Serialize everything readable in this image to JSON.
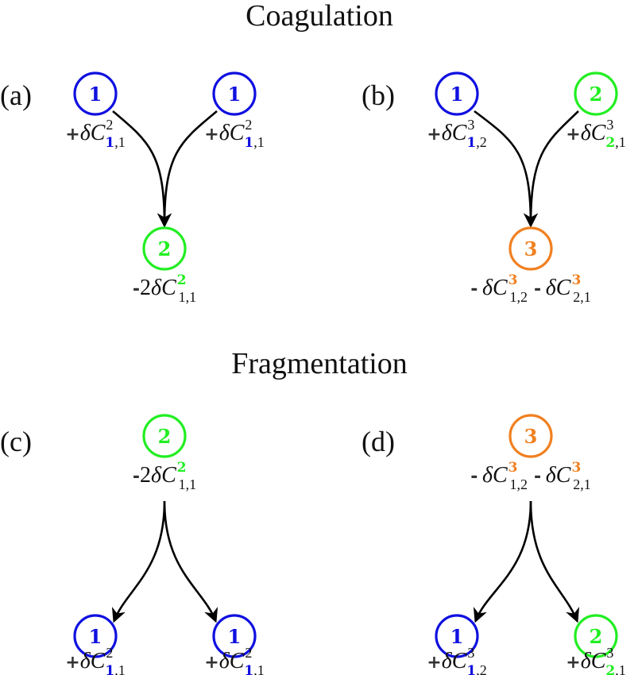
{
  "colors": {
    "size1": "#1010e0",
    "size2": "#22ee22",
    "size3": "#f08020",
    "arrow": "#000000",
    "text": "#111111"
  },
  "titles": {
    "coagulation": "Coagulation",
    "fragmentation": "Fragmentation"
  },
  "panels": [
    {
      "id": "a",
      "label": "(a)",
      "process": "coagulation",
      "inputs": [
        {
          "size": "1",
          "term": {
            "sign": "+",
            "coef": "",
            "super": "2",
            "super_colored": false,
            "sub1": "1",
            "sub1_colored": true,
            "sub2": "1",
            "sub2_colored": false
          }
        },
        {
          "size": "1",
          "term": {
            "sign": "+",
            "coef": "",
            "super": "2",
            "super_colored": false,
            "sub1": "1",
            "sub1_colored": true,
            "sub2": "1",
            "sub2_colored": false
          }
        }
      ],
      "output": {
        "size": "2",
        "terms": [
          {
            "sign": "-",
            "coef": "2",
            "super": "2",
            "super_colored": true,
            "sub1": "1",
            "sub2": "1"
          }
        ]
      }
    },
    {
      "id": "b",
      "label": "(b)",
      "process": "coagulation",
      "inputs": [
        {
          "size": "1",
          "term": {
            "sign": "+",
            "coef": "",
            "super": "3",
            "super_colored": false,
            "sub1": "1",
            "sub1_colored": true,
            "sub2": "2",
            "sub2_colored": false
          }
        },
        {
          "size": "2",
          "term": {
            "sign": "+",
            "coef": "",
            "super": "3",
            "super_colored": false,
            "sub1": "2",
            "sub1_colored": true,
            "sub2": "1",
            "sub2_colored": false
          }
        }
      ],
      "output": {
        "size": "3",
        "terms": [
          {
            "sign": "-",
            "coef": "",
            "super": "3",
            "super_colored": true,
            "sub1": "1",
            "sub2": "2"
          },
          {
            "sign": "-",
            "coef": "",
            "super": "3",
            "super_colored": true,
            "sub1": "2",
            "sub2": "1"
          }
        ]
      }
    },
    {
      "id": "c",
      "label": "(c)",
      "process": "fragmentation",
      "source": {
        "size": "2",
        "terms": [
          {
            "sign": "-",
            "coef": "2",
            "super": "2",
            "super_colored": true,
            "sub1": "1",
            "sub2": "1"
          }
        ]
      },
      "products": [
        {
          "size": "1",
          "term": {
            "sign": "+",
            "coef": "",
            "super": "2",
            "super_colored": false,
            "sub1": "1",
            "sub1_colored": true,
            "sub2": "1",
            "sub2_colored": false
          }
        },
        {
          "size": "1",
          "term": {
            "sign": "+",
            "coef": "",
            "super": "2",
            "super_colored": false,
            "sub1": "1",
            "sub1_colored": true,
            "sub2": "1",
            "sub2_colored": false
          }
        }
      ]
    },
    {
      "id": "d",
      "label": "(d)",
      "process": "fragmentation",
      "source": {
        "size": "3",
        "terms": [
          {
            "sign": "-",
            "coef": "",
            "super": "3",
            "super_colored": true,
            "sub1": "1",
            "sub2": "2"
          },
          {
            "sign": "-",
            "coef": "",
            "super": "3",
            "super_colored": true,
            "sub1": "2",
            "sub2": "1"
          }
        ]
      },
      "products": [
        {
          "size": "1",
          "term": {
            "sign": "+",
            "coef": "",
            "super": "3",
            "super_colored": false,
            "sub1": "1",
            "sub1_colored": true,
            "sub2": "2",
            "sub2_colored": false
          }
        },
        {
          "size": "2",
          "term": {
            "sign": "+",
            "coef": "",
            "super": "3",
            "super_colored": false,
            "sub1": "2",
            "sub1_colored": true,
            "sub2": "1",
            "sub2_colored": false
          }
        }
      ]
    }
  ]
}
